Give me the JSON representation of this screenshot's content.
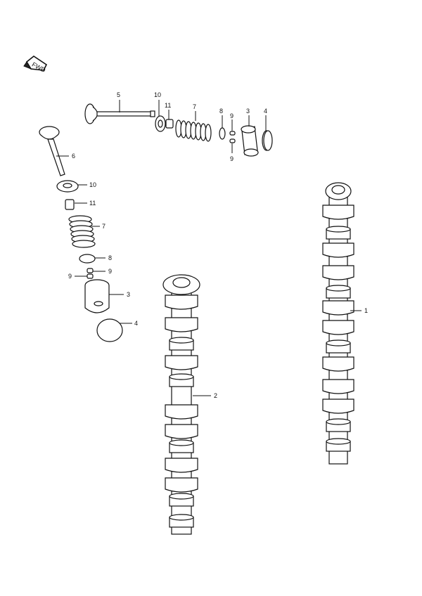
{
  "direction_badge": {
    "text": "FWD"
  },
  "callouts": {
    "c1": "1",
    "c2": "2",
    "c3a": "3",
    "c3b": "3",
    "c4a": "4",
    "c4b": "4",
    "c5": "5",
    "c6": "6",
    "c7a": "7",
    "c7b": "7",
    "c8a": "8",
    "c8b": "8",
    "c9a": "9",
    "c9b": "9",
    "c9c": "9",
    "c9d": "9",
    "c10a": "10",
    "c10b": "10",
    "c11a": "11",
    "c11b": "11"
  }
}
